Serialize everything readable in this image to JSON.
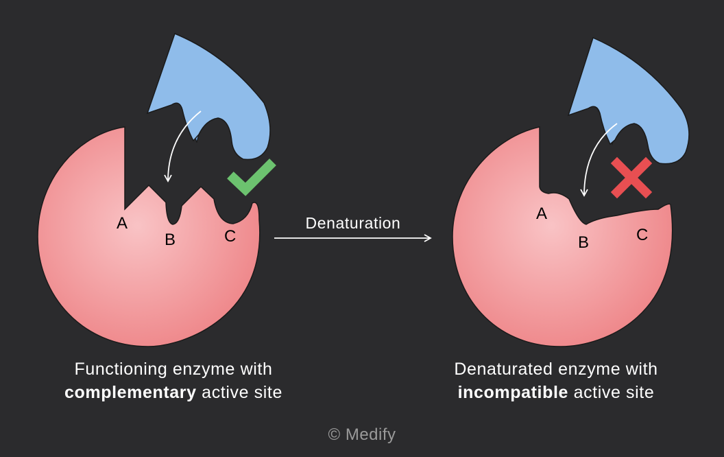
{
  "left_panel": {
    "site_labels": [
      "A",
      "B",
      "C"
    ],
    "caption_line1": "Functioning enzyme with",
    "caption_bold": "complementary",
    "caption_rest": " active site",
    "result_icon": "checkmark-icon"
  },
  "right_panel": {
    "site_labels": [
      "A",
      "B",
      "C"
    ],
    "caption_line1": "Denaturated enzyme with",
    "caption_bold": "incompatible",
    "caption_rest": " active site",
    "result_icon": "cross-icon"
  },
  "process_label": "Denaturation",
  "footer": {
    "copyright": "© Medify"
  },
  "colors": {
    "background": "#2b2b2d",
    "enzyme_center": "#f9c3c5",
    "enzyme_edge": "#ee8588",
    "substrate": "#8fbcea",
    "substrate_shade": "#6f9fd6",
    "check": "#6cc26f",
    "cross": "#e84f52"
  }
}
